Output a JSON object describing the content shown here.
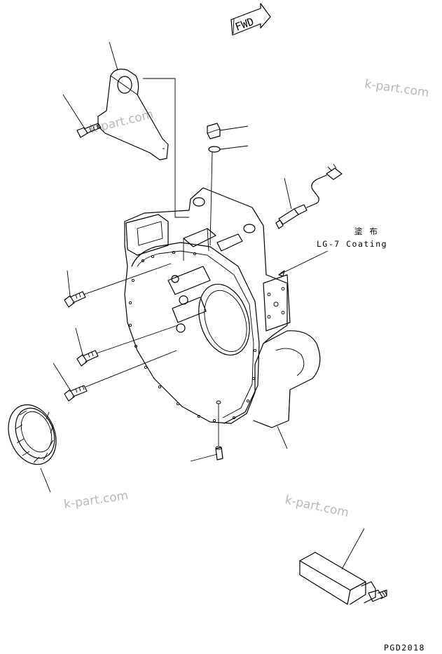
{
  "direction_marker": {
    "label": "FWD",
    "icon": "forward-arrow-icon"
  },
  "annotation": {
    "japanese": "塗 布",
    "coating": "LG-7 Coating"
  },
  "watermarks": [
    "k-part.com",
    "k-part.com",
    "k-part.com",
    "k-part.com"
  ],
  "drawing_code": "PGD2018"
}
